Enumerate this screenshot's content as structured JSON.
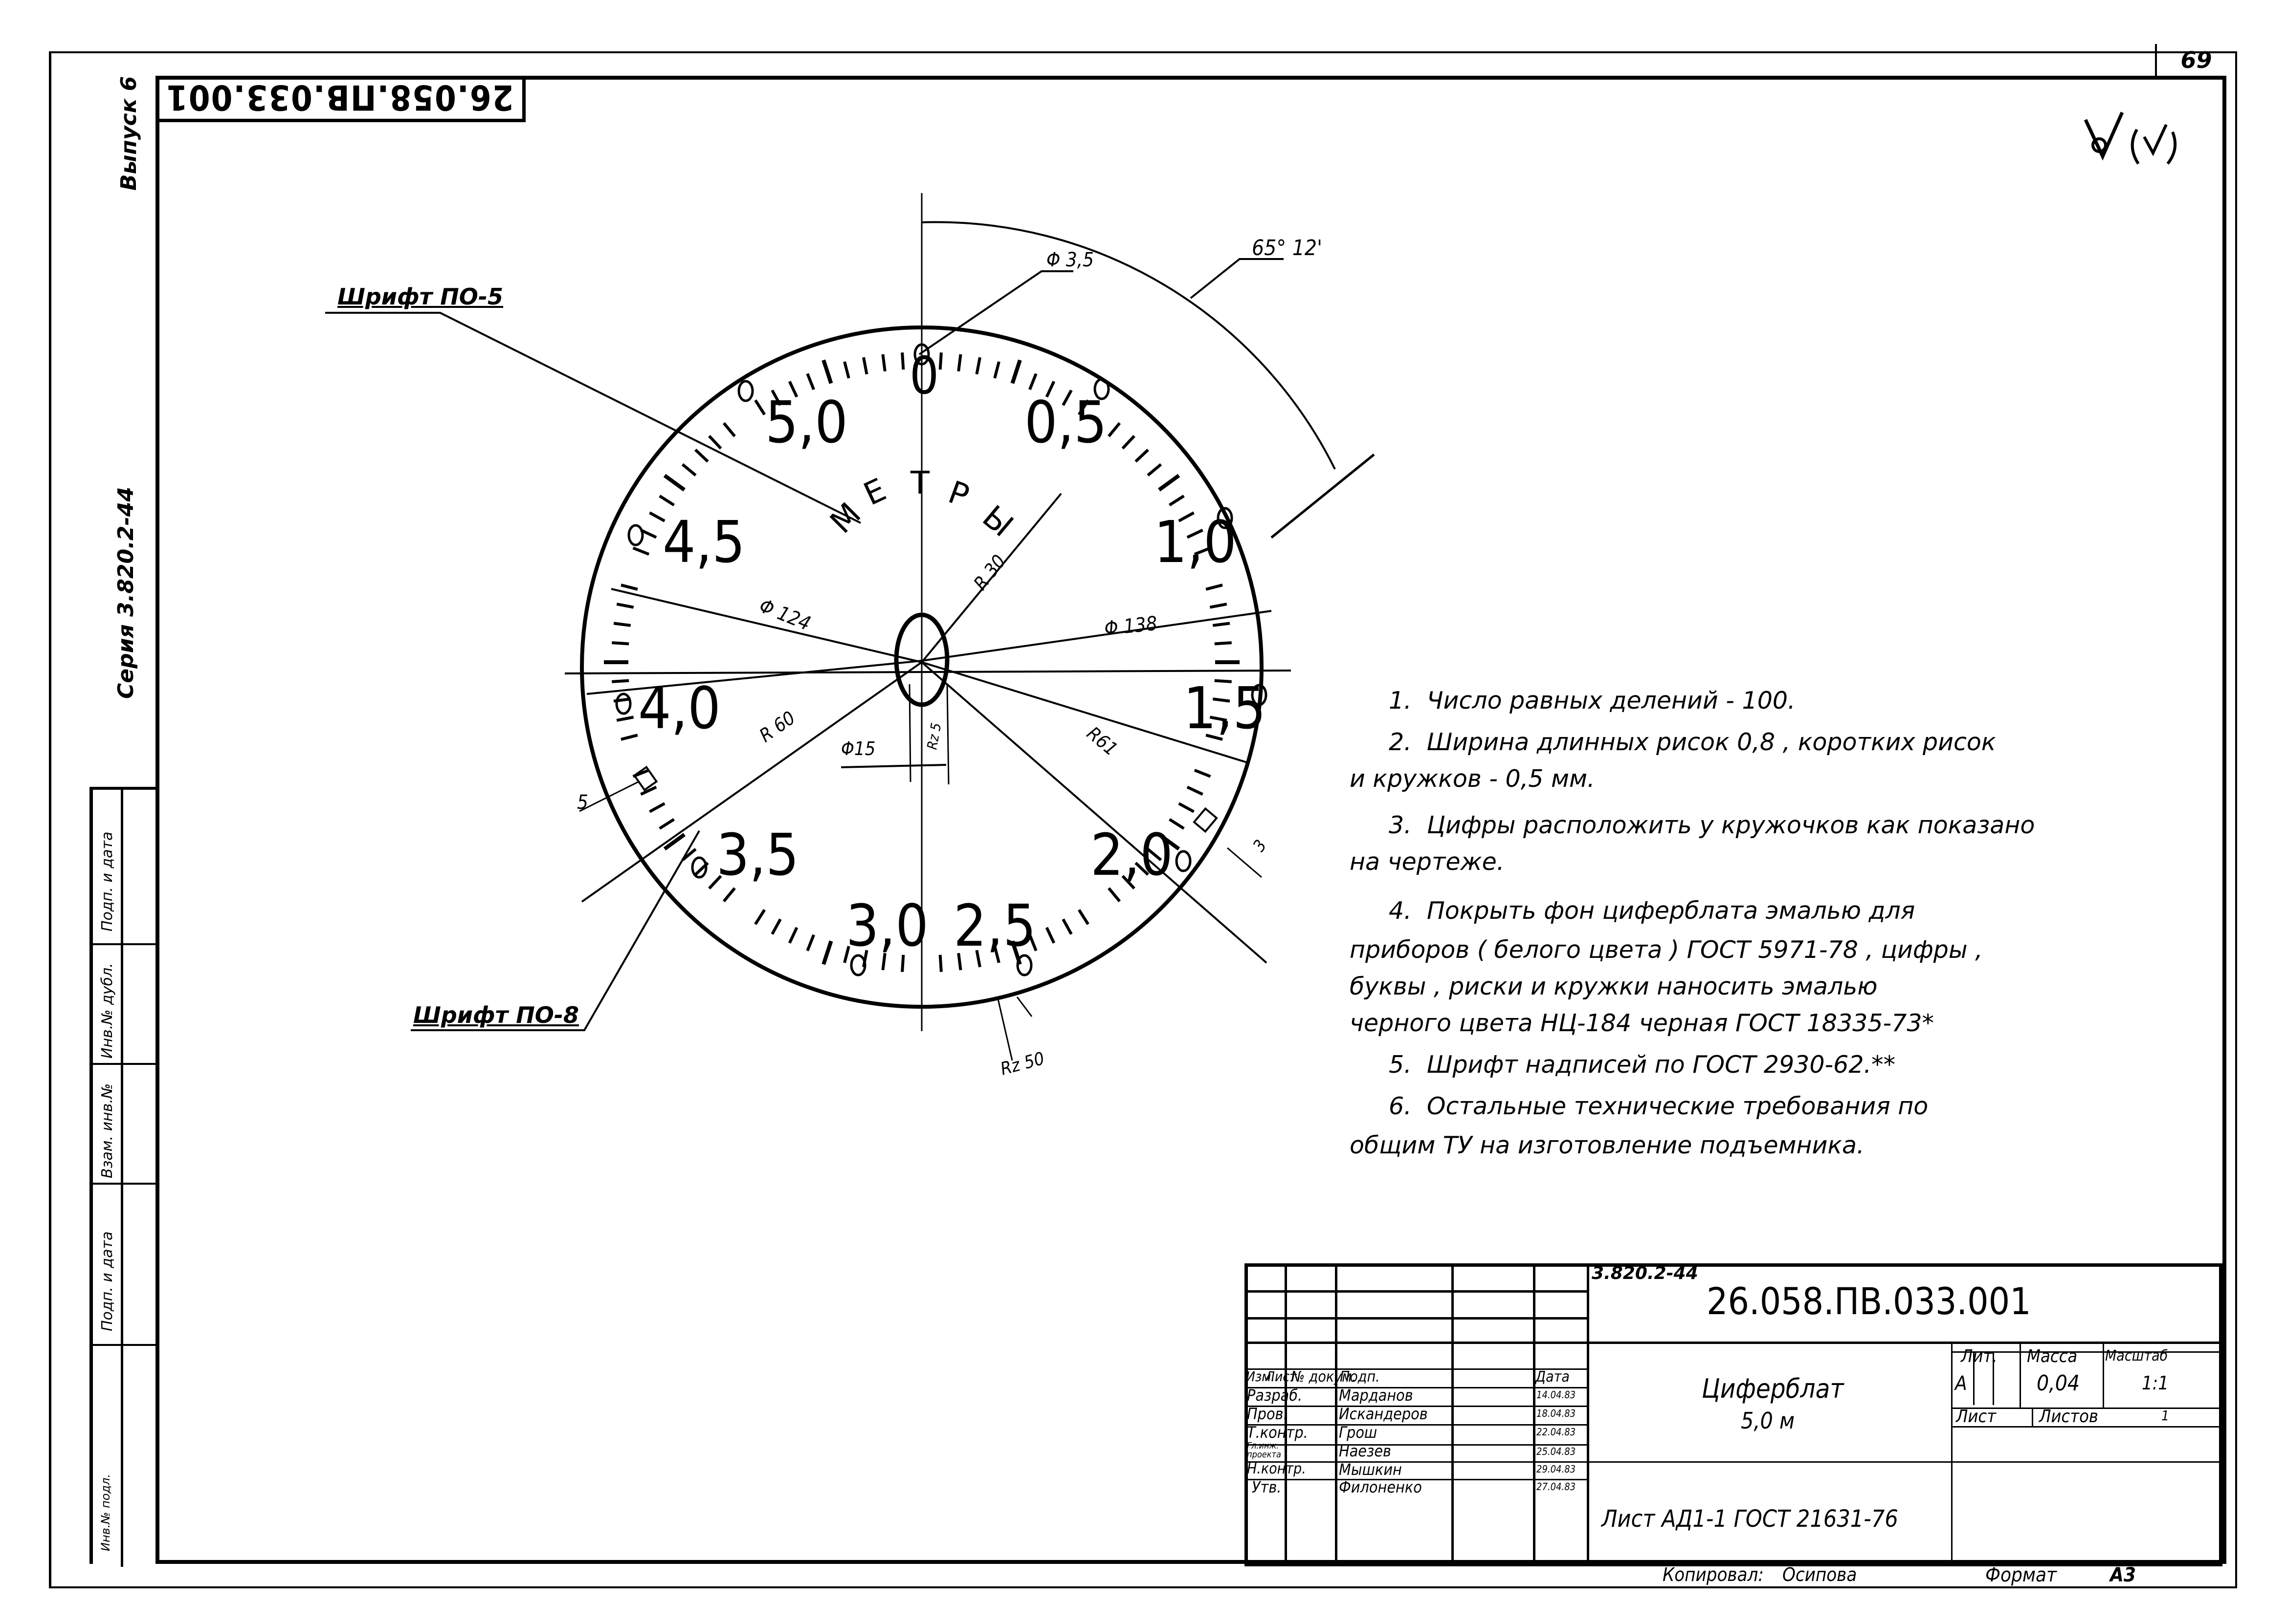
{
  "sheet": {
    "page_number": "69",
    "top_code_mirrored": "26.058.ПВ.033.001",
    "roughness_symbol": "Rz (√)",
    "margin": {
      "issue": "Выпуск 6",
      "series": "Серия 3.820.2-44",
      "table_labels": [
        "Подп. и дата",
        "Инв.№ дубл.",
        "Взам. инв.№",
        "Подп. и дата",
        "Инв.№ подл."
      ]
    }
  },
  "drawing": {
    "dial": {
      "scale_labels": [
        "0",
        "0,5",
        "1,0",
        "1,5",
        "2,0",
        "2,5",
        "3,0",
        "3,5",
        "4,0",
        "4,5",
        "5,0"
      ],
      "unit_word": "МЕТРЫ",
      "divisions": 100
    },
    "dimensions": {
      "angle": "65° 12'",
      "hole_dot": "Φ 3,5",
      "diameter_scale": "Φ 124",
      "diameter_outer": "Φ 138",
      "center_hole": "Φ15",
      "radius_text": "R 30",
      "radius_inner": "R 60",
      "radius_outer": "R61",
      "roughness_hole": "Rz 5",
      "roughness_edge": "Rz 50",
      "dim_5": "5",
      "dim_3": "3"
    },
    "leaders": {
      "font_small": "Шрифт ПО-5",
      "font_large": "Шрифт ПО-8"
    }
  },
  "notes": [
    {
      "n": "1.",
      "lines": [
        "Число равных делений - 100."
      ]
    },
    {
      "n": "2.",
      "lines": [
        "Ширина длинных рисок 0,8 , коротких рисок",
        "и  кружков  - 0,5 мм."
      ]
    },
    {
      "n": "3.",
      "lines": [
        "Цифры расположить у кружочков как показано",
        "на  чертеже."
      ]
    },
    {
      "n": "4.",
      "lines": [
        "Покрыть  фон  циферблата  эмалью  для",
        "приборов  ( белого  цвета )  ГОСТ 5971-78 ,  цифры ,",
        "буквы ,  риски  и  кружки  наносить  эмалью",
        "черного  цвета  НЦ-184  черная   ГОСТ 18335-73*"
      ]
    },
    {
      "n": "5.",
      "lines": [
        "Шрифт  надписей  по  ГОСТ  2930-62.**"
      ]
    },
    {
      "n": "6.",
      "lines": [
        "Остальные  технические  требования  по",
        "общим  ТУ  на  изготовление  подъемника."
      ]
    }
  ],
  "title_block": {
    "series": "3.820.2-44",
    "designation": "26.058.ПВ.033.001",
    "name_line1": "Циферблат",
    "name_line2": "5,0 м",
    "material": "Лист  АД1-1  ГОСТ 21631-76",
    "columns": [
      "Изм.",
      "Лист",
      "№ докум.",
      "Подп.",
      "Дата"
    ],
    "signers": [
      {
        "role": "Разраб.",
        "name": "Марданов",
        "date": "14.04.83"
      },
      {
        "role": "Пров.",
        "name": "Искандеров",
        "date": "18.04.83"
      },
      {
        "role": "Т.контр.",
        "name": "Грош",
        "date": "22.04.83"
      },
      {
        "role": "Гл.инж. проекта",
        "name": "Наезев",
        "date": "25.04.83"
      },
      {
        "role": "Н.контр.",
        "name": "Мышкин",
        "date": "29.04.83"
      },
      {
        "role": "Утв.",
        "name": "Филоненко",
        "date": "27.04.83"
      }
    ],
    "lit_header": "Лит.",
    "mass_header": "Масса",
    "scale_header": "Масштаб",
    "lit_value": "А",
    "mass_value": "0,04",
    "scale_value": "1:1",
    "sheet_label": "Лист",
    "sheets_label": "Листов",
    "sheets_value": "1",
    "copied_label": "Копировал:",
    "copied_by": "Осипова",
    "format_label": "Формат",
    "format_value": "А3"
  }
}
